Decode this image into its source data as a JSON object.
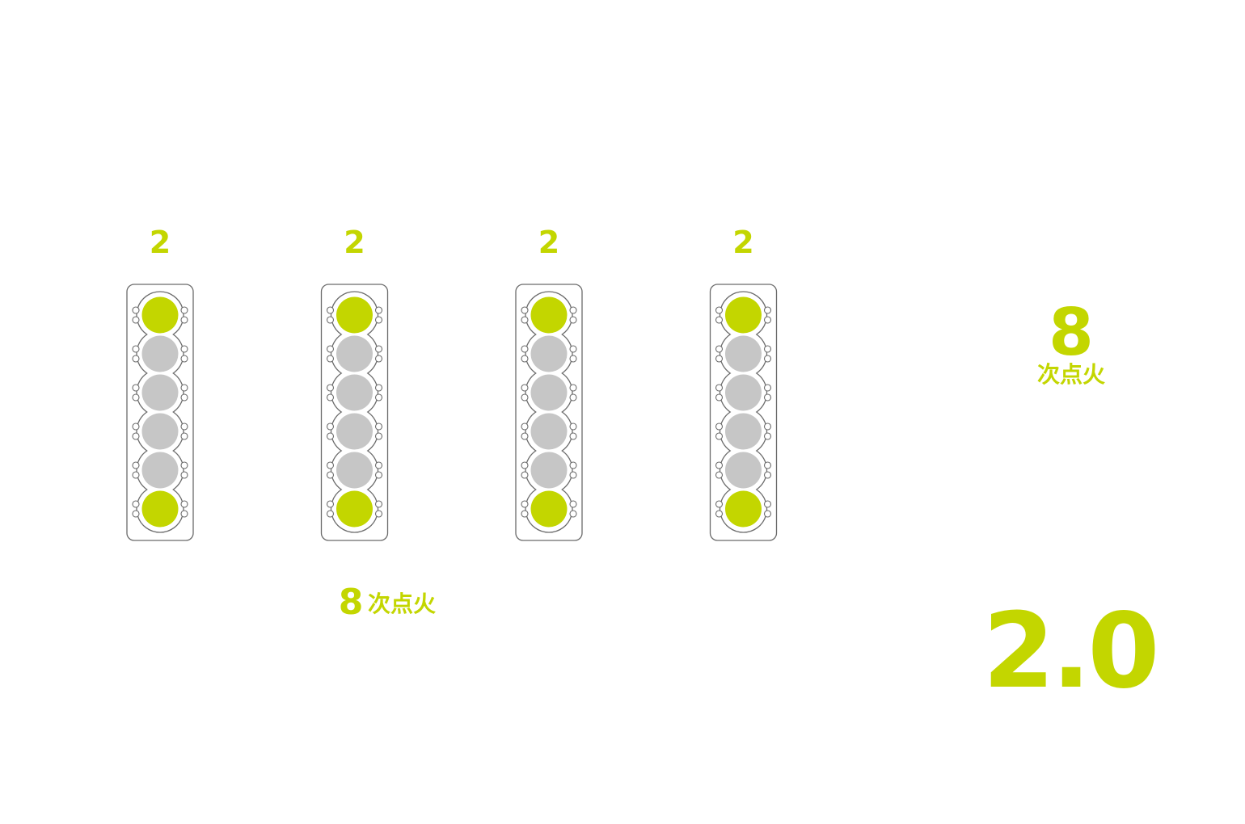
{
  "colors": {
    "accent": "#c3d600",
    "cylinder_idle": "#c6c6c6",
    "outline": "#6b6b6b",
    "background": "#ffffff"
  },
  "heads": [
    {
      "count_label": "2",
      "cylinders": [
        "active",
        "idle",
        "idle",
        "idle",
        "idle",
        "active"
      ]
    },
    {
      "count_label": "2",
      "cylinders": [
        "active",
        "idle",
        "idle",
        "idle",
        "idle",
        "active"
      ]
    },
    {
      "count_label": "2",
      "cylinders": [
        "active",
        "idle",
        "idle",
        "idle",
        "idle",
        "active"
      ]
    },
    {
      "count_label": "2",
      "cylinders": [
        "active",
        "idle",
        "idle",
        "idle",
        "idle",
        "active"
      ]
    }
  ],
  "total": {
    "value": "8",
    "unit": "次点火"
  },
  "side_total": {
    "value": "8",
    "unit": "次点火"
  },
  "version": "2.0"
}
